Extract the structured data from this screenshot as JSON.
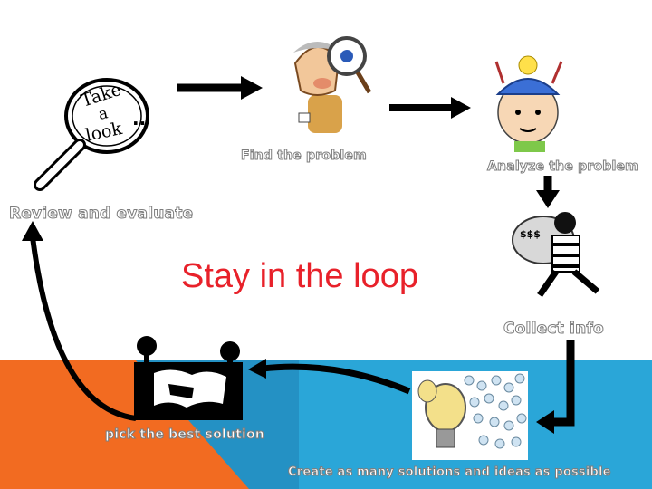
{
  "slide": {
    "title": "Stay in the loop",
    "steps": {
      "find": "Find the problem",
      "analyze": "Analyze the problem",
      "collect": "Collect info",
      "create": "Create as many solutions and ideas as possible",
      "pick": "pick the best solution",
      "review": "Review and evaluate"
    },
    "magnifier_text": [
      "Take",
      "a",
      "look",
      ".."
    ],
    "money_text": "$$$"
  },
  "colors": {
    "title": "#e8212a",
    "orange": "#f26b21",
    "blue": "#2aa6d8",
    "dark_blue": "#1f7fb5",
    "arrow": "#000000"
  }
}
